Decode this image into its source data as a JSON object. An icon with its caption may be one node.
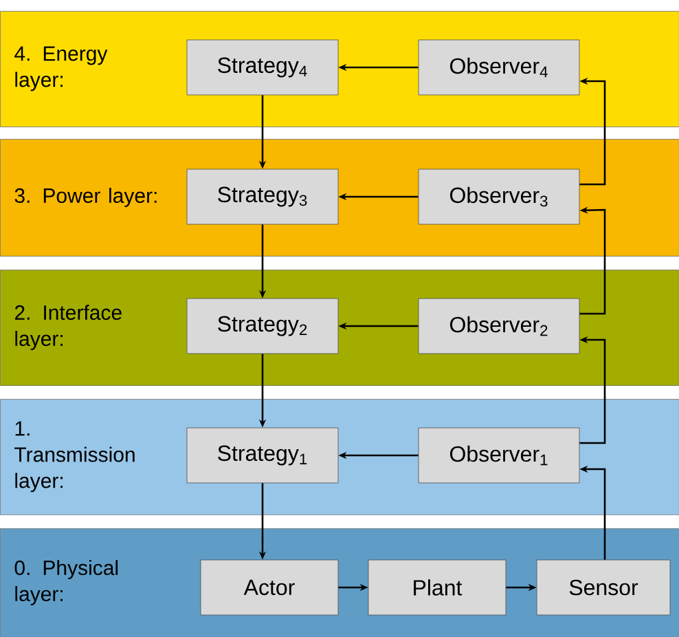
{
  "diagram": {
    "nodes": [
      {
        "text": [
          "4. Energy layer:"
        ]
      },
      {
        "text": [
          "Strategy$_{4}$"
        ],
        "in": 0
      },
      {
        "text": [
          "Observer$_{4}$"
        ],
        "in": 0
      },
      {
        "text": [
          "3. Power layer:"
        ]
      },
      {
        "text": [
          "Strategy$_{3}$"
        ],
        "in": 3
      },
      {
        "text": [
          "Observer$_{3}$"
        ],
        "in": 3
      },
      {
        "text": [
          "2. Interface layer:"
        ]
      },
      {
        "text": [
          "Strategy$_{2}$"
        ],
        "in": 6
      },
      {
        "text": [
          "Observer$_{2}$"
        ],
        "in": 6
      },
      {
        "text": [
          "1. Transmission layer:"
        ]
      },
      {
        "text": [
          "Strategy$_{1}$"
        ],
        "in": 9
      },
      {
        "text": [
          "Observer$_{1}$"
        ],
        "in": 9
      },
      {
        "text": [
          "0. Physical layer:"
        ]
      },
      {
        "text": [
          "Actor"
        ],
        "in": 12
      },
      {
        "text": [
          "Plant"
        ],
        "in": 12
      },
      {
        "text": [
          "Sensor"
        ],
        "in": 12
      }
    ],
    "edges": [
      {
        "from": 2,
        "to": 1,
        "arrow": "to"
      },
      {
        "from": 1,
        "to": 4,
        "arrow": "to"
      },
      {
        "from": 5,
        "to": 2,
        "arrow": "to"
      },
      {
        "from": 5,
        "to": 4,
        "arrow": "to"
      },
      {
        "from": 4,
        "to": 7,
        "arrow": "to"
      },
      {
        "from": 8,
        "to": 5,
        "arrow": "to"
      },
      {
        "from": 8,
        "to": 7,
        "arrow": "to"
      },
      {
        "from": 7,
        "to": 10,
        "arrow": "to"
      },
      {
        "from": 11,
        "to": 8,
        "arrow": "to"
      },
      {
        "from": 11,
        "to": 10,
        "arrow": "to"
      },
      {
        "from": 10,
        "to": 13,
        "arrow": "to"
      },
      {
        "from": 13,
        "to": 14,
        "arrow": "to"
      },
      {
        "from": 14,
        "to": 15,
        "arrow": "to"
      },
      {
        "from": 15,
        "to": 11,
        "arrow": "to"
      }
    ]
  }
}
